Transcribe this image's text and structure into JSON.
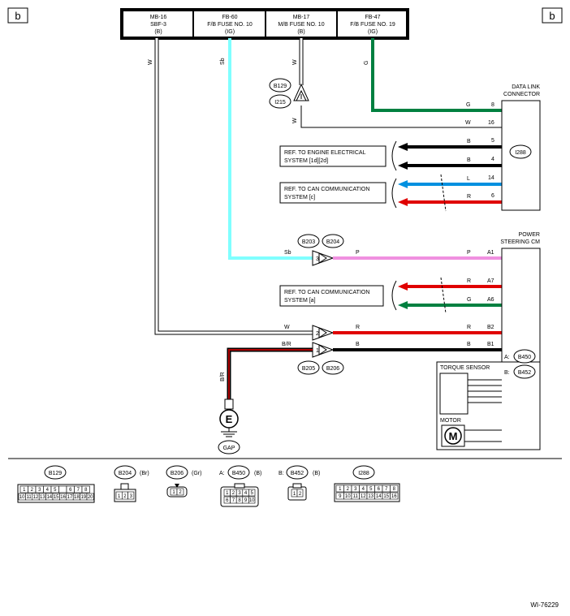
{
  "corner_labels": {
    "left": "b",
    "right": "b"
  },
  "fuses": [
    {
      "line1": "MB-16",
      "line2": "SBF-3",
      "line3": "(B)"
    },
    {
      "line1": "FB-60",
      "line2": "F/B FUSE NO. 10",
      "line3": "(IG)"
    },
    {
      "line1": "MB-17",
      "line2": "M/B FUSE NO. 10",
      "line3": "(B)"
    },
    {
      "line1": "FB-47",
      "line2": "F/B FUSE NO. 19",
      "line3": "(IG)"
    }
  ],
  "wire_labels": {
    "w_left": "W",
    "sb_top": "Sb",
    "w_mid_top": "W",
    "w_mid_bottom": "W",
    "g_top": "G",
    "sb_b203": "Sb",
    "p_mid": "P",
    "p_right": "P",
    "w_b205": "W",
    "r_mid": "R",
    "r_right": "R",
    "br_b205": "B/R",
    "b_mid": "B",
    "b_right": "B",
    "br_vertical": "B/R",
    "dlc_g": "G",
    "dlc_w": "W",
    "dlc_b1": "B",
    "dlc_b2": "B",
    "dlc_l": "L",
    "dlc_r": "R",
    "ps_r": "R",
    "ps_g": "G"
  },
  "pins": {
    "dlc_8": "8",
    "dlc_16": "16",
    "dlc_5": "5",
    "dlc_4": "4",
    "dlc_14": "14",
    "dlc_6": "6",
    "ps_a1": "A1",
    "ps_a7": "A7",
    "ps_a6": "A6",
    "ps_b2": "B2",
    "ps_b1": "B1",
    "b203_pin": "3",
    "b205_pin2": "2",
    "b205_pin1": "1"
  },
  "connectors": {
    "b129": "B129",
    "i215": "I215",
    "b203": "B203",
    "b204": "B204",
    "b205": "B205",
    "b206": "B206",
    "i288": "I288",
    "b450": "B450",
    "b452": "B452"
  },
  "components": {
    "dlc_title_1": "DATA LINK",
    "dlc_title_2": "CONNECTOR",
    "ps_title_1": "POWER",
    "ps_title_2": "STEERING CM",
    "torque_sensor": "TORQUE SENSOR",
    "motor": "MOTOR",
    "motor_symbol": "M",
    "b450_prefix": "A:",
    "b452_prefix": "B:",
    "ground_symbol": "E",
    "ground_label": "GAP"
  },
  "refs": {
    "engine_1": "REF. TO ENGINE ELECTRICAL",
    "engine_2": "SYSTEM [1d][2d]",
    "can_c_1": "REF. TO CAN COMMUNICATION",
    "can_c_2": "SYSTEM [c]",
    "can_a_1": "REF. TO CAN COMMUNICATION",
    "can_a_2": "SYSTEM [a]"
  },
  "legend": {
    "b129": {
      "label": "B129",
      "row1": [
        "1",
        "2",
        "3",
        "4",
        "5",
        "",
        "6",
        "7",
        "8"
      ],
      "row2": [
        "10",
        "11",
        "12",
        "13",
        "14",
        "15",
        "16",
        "17",
        "18",
        "19",
        "20"
      ]
    },
    "b204": {
      "label": "B204",
      "color": "(Br)",
      "pins": [
        "1",
        "2",
        "3"
      ]
    },
    "b206": {
      "label": "B206",
      "color": "(Gr)",
      "pins": [
        "1",
        "2"
      ]
    },
    "b450": {
      "prefix": "A:",
      "label": "B450",
      "color": "(B)",
      "row1": [
        "1",
        "2",
        "3",
        "4",
        "5"
      ],
      "row2": [
        "6",
        "7",
        "8",
        "9",
        "10"
      ]
    },
    "b452": {
      "prefix": "B:",
      "label": "B452",
      "color": "(B)",
      "pins": [
        "1",
        "2"
      ]
    },
    "i288": {
      "label": "I288",
      "row1": [
        "1",
        "2",
        "3",
        "4",
        "5",
        "6",
        "7",
        "8"
      ],
      "row2": [
        "9",
        "10",
        "11",
        "12",
        "13",
        "14",
        "15",
        "16"
      ]
    }
  },
  "diagram_id": "WI-76229",
  "colors": {
    "white_wire": "#ffffff",
    "sb_wire": "#80ffff",
    "green_wire": "#008040",
    "pink_wire": "#f090e0",
    "red_wire": "#e00000",
    "blue_wire": "#0090e0",
    "black_wire": "#000000",
    "br_wire": "#b00000"
  }
}
